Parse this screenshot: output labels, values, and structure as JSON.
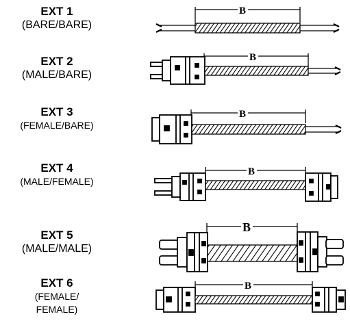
{
  "extensions": [
    {
      "name": "EXT 1",
      "description": "(BARE/BARE)",
      "dimension": "B"
    },
    {
      "name": "EXT 2",
      "description": "(MALE/BARE)",
      "dimension": "B"
    },
    {
      "name": "EXT 3",
      "description": "(FEMALE/BARE)",
      "dimension": "B"
    },
    {
      "name": "EXT 4",
      "description": "(MALE/FEMALE)",
      "dimension": "B"
    },
    {
      "name": "EXT 5",
      "description": "(MALE/MALE)",
      "dimension": "B"
    },
    {
      "name": "EXT 6",
      "description": "(FEMALE/",
      "description_line2": "FEMALE)",
      "dimension": "B"
    }
  ]
}
